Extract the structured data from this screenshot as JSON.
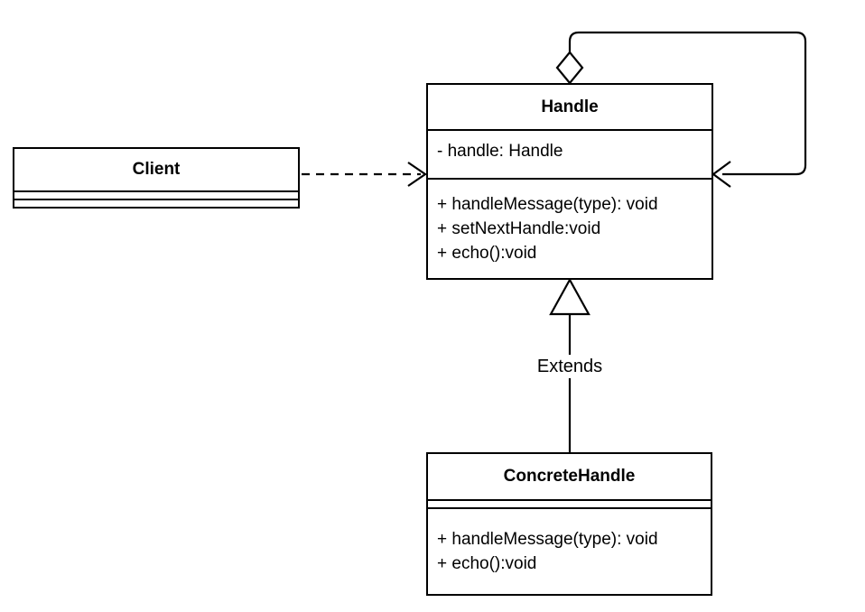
{
  "diagram": {
    "type": "uml-class-diagram",
    "background_color": "#ffffff",
    "line_color": "#000000",
    "text_color": "#000000",
    "classes": [
      {
        "id": "client",
        "name": "Client",
        "attributes": [],
        "methods": []
      },
      {
        "id": "handle",
        "name": "Handle",
        "attributes": [
          "- handle: Handle"
        ],
        "methods": [
          "+ handleMessage(type): void",
          "+ setNextHandle:void",
          "+ echo():void"
        ]
      },
      {
        "id": "concretehandle",
        "name": "ConcreteHandle",
        "attributes": [],
        "methods": [
          "+ handleMessage(type): void",
          "+ echo():void"
        ]
      }
    ],
    "relationships": [
      {
        "id": "client-handle-dependency",
        "kind": "dependency",
        "style": "dashed",
        "arrowhead": "open",
        "from": "Client",
        "to": "Handle",
        "label": ""
      },
      {
        "id": "handle-self-aggregation",
        "kind": "aggregation",
        "style": "solid",
        "arrowhead": "open",
        "diamond": "hollow",
        "from": "Handle",
        "to": "Handle",
        "label": ""
      },
      {
        "id": "concretehandle-handle-inheritance",
        "kind": "generalization",
        "style": "solid",
        "arrowhead": "hollow-triangle",
        "from": "ConcreteHandle",
        "to": "Handle",
        "label": "Extends"
      }
    ]
  }
}
